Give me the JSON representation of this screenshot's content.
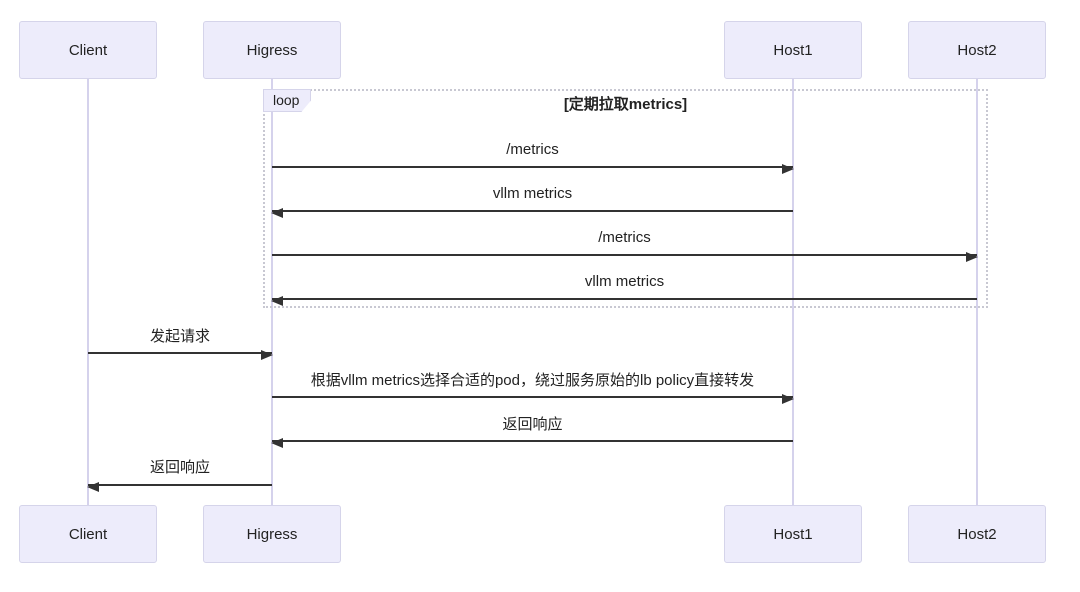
{
  "diagram": {
    "type": "sequence",
    "actors": [
      {
        "name": "Client"
      },
      {
        "name": "Higress"
      },
      {
        "name": "Host1"
      },
      {
        "name": "Host2"
      }
    ],
    "loop": {
      "label": "loop",
      "condition": "[定期拉取metrics]"
    },
    "messages": [
      {
        "from": "Higress",
        "to": "Host1",
        "direction": "right",
        "label": "/metrics"
      },
      {
        "from": "Host1",
        "to": "Higress",
        "direction": "left",
        "label": "vllm metrics"
      },
      {
        "from": "Higress",
        "to": "Host2",
        "direction": "right",
        "label": "/metrics"
      },
      {
        "from": "Host2",
        "to": "Higress",
        "direction": "left",
        "label": "vllm metrics"
      },
      {
        "from": "Client",
        "to": "Higress",
        "direction": "right",
        "label": "发起请求"
      },
      {
        "from": "Higress",
        "to": "Host1",
        "direction": "right",
        "label": "根据vllm metrics选择合适的pod，绕过服务原始的lb policy直接转发"
      },
      {
        "from": "Host1",
        "to": "Higress",
        "direction": "left",
        "label": "返回响应"
      },
      {
        "from": "Higress",
        "to": "Client",
        "direction": "left",
        "label": "返回响应"
      }
    ],
    "colors": {
      "actor_fill": "#EDECFB",
      "actor_border": "#D5D4EA",
      "line": "#333333",
      "lifeline": "#D5D2EC",
      "loop_border": "#C8C8D2",
      "text": "#222222"
    }
  }
}
